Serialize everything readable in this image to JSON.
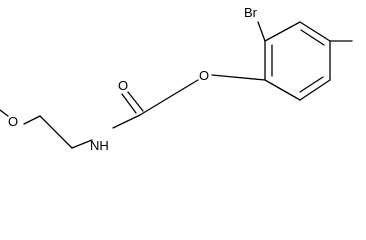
{
  "molecule": {
    "atoms": {
      "bromine": "Br",
      "ether_oxygen": "O",
      "carbonyl_oxygen": "O",
      "amide_nitrogen": "NH",
      "methoxy_oxygen": "O"
    }
  }
}
